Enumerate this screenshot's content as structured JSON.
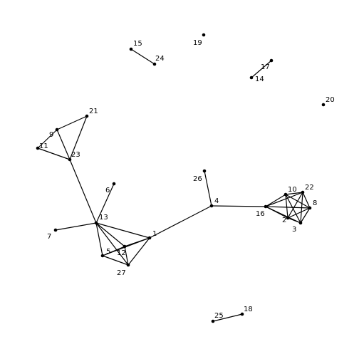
{
  "graph": {
    "colors": {
      "node": "#000000",
      "edge": "#000000",
      "label": "#000000",
      "background": "#ffffff"
    },
    "nodes": [
      {
        "id": "1"
      },
      {
        "id": "2"
      },
      {
        "id": "3"
      },
      {
        "id": "4"
      },
      {
        "id": "5"
      },
      {
        "id": "6"
      },
      {
        "id": "7"
      },
      {
        "id": "8"
      },
      {
        "id": "9"
      },
      {
        "id": "10"
      },
      {
        "id": "11"
      },
      {
        "id": "12"
      },
      {
        "id": "13"
      },
      {
        "id": "14"
      },
      {
        "id": "15"
      },
      {
        "id": "16"
      },
      {
        "id": "17"
      },
      {
        "id": "18"
      },
      {
        "id": "19"
      },
      {
        "id": "20"
      },
      {
        "id": "21"
      },
      {
        "id": "22"
      },
      {
        "id": "23"
      },
      {
        "id": "24"
      },
      {
        "id": "25"
      },
      {
        "id": "26"
      },
      {
        "id": "27"
      }
    ],
    "edges": [
      [
        "15",
        "24"
      ],
      [
        "17",
        "14"
      ],
      [
        "21",
        "9"
      ],
      [
        "21",
        "23"
      ],
      [
        "9",
        "11"
      ],
      [
        "9",
        "23"
      ],
      [
        "11",
        "23"
      ],
      [
        "23",
        "13"
      ],
      [
        "6",
        "13"
      ],
      [
        "7",
        "13"
      ],
      [
        "13",
        "1"
      ],
      [
        "13",
        "5"
      ],
      [
        "13",
        "12"
      ],
      [
        "13",
        "27"
      ],
      [
        "5",
        "12"
      ],
      [
        "5",
        "27"
      ],
      [
        "5",
        "1"
      ],
      [
        "12",
        "1"
      ],
      [
        "12",
        "27"
      ],
      [
        "27",
        "1"
      ],
      [
        "1",
        "4"
      ],
      [
        "26",
        "4"
      ],
      [
        "4",
        "16"
      ],
      [
        "16",
        "10"
      ],
      [
        "16",
        "22"
      ],
      [
        "16",
        "8"
      ],
      [
        "16",
        "3"
      ],
      [
        "16",
        "2"
      ],
      [
        "10",
        "22"
      ],
      [
        "10",
        "8"
      ],
      [
        "10",
        "3"
      ],
      [
        "10",
        "2"
      ],
      [
        "22",
        "8"
      ],
      [
        "22",
        "3"
      ],
      [
        "22",
        "2"
      ],
      [
        "8",
        "3"
      ],
      [
        "8",
        "2"
      ],
      [
        "3",
        "2"
      ],
      [
        "25",
        "18"
      ]
    ]
  }
}
